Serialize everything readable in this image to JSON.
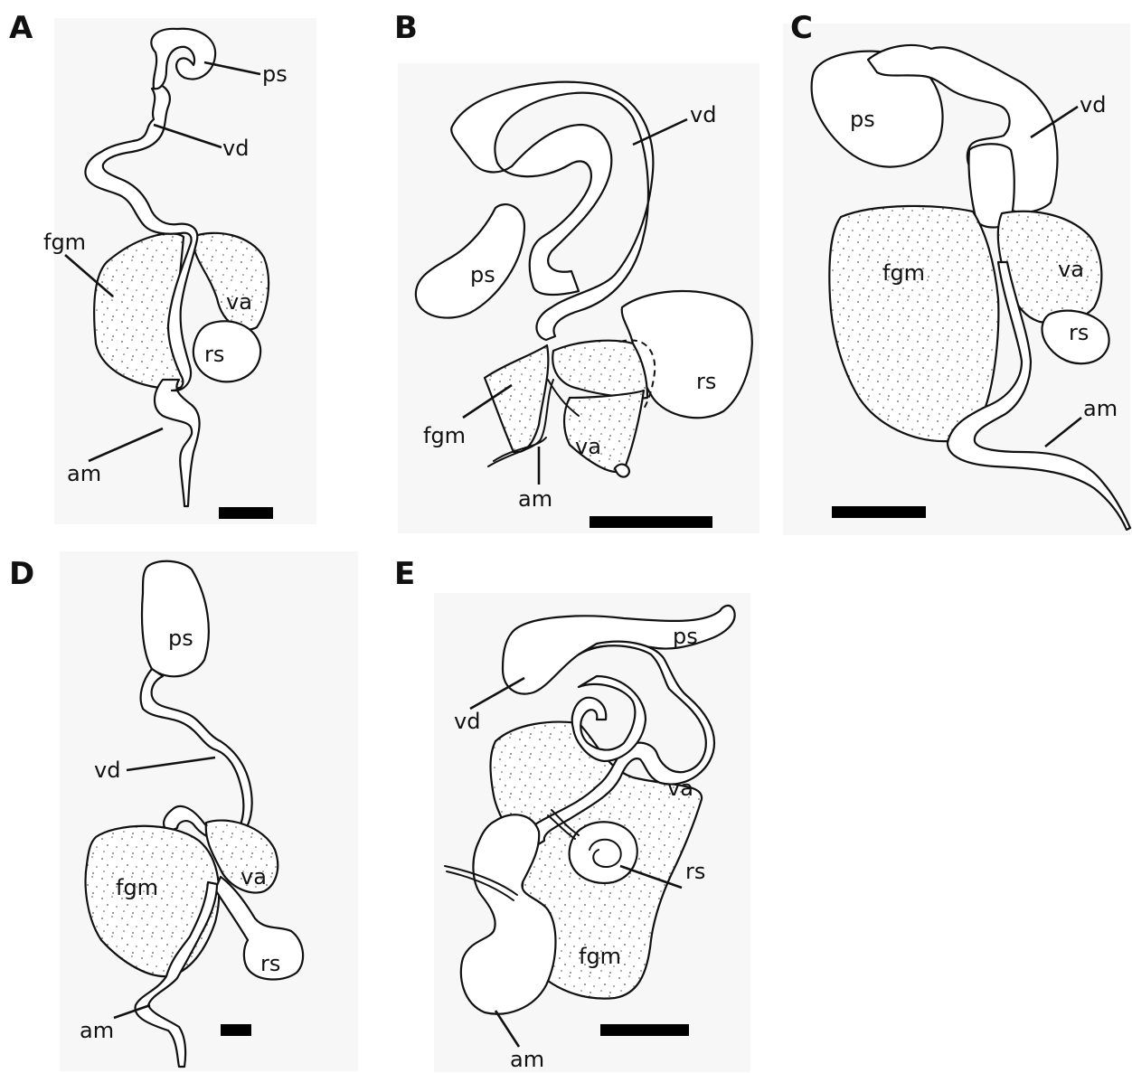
{
  "panels": [
    {
      "letter": "A",
      "labels": {
        "ps": "ps",
        "vd": "vd",
        "fgm": "fgm",
        "va": "va",
        "rs": "rs",
        "am": "am"
      }
    },
    {
      "letter": "B",
      "labels": {
        "vd": "vd",
        "ps": "ps",
        "rs": "rs",
        "fgm": "fgm",
        "va": "va",
        "am": "am"
      }
    },
    {
      "letter": "C",
      "labels": {
        "ps": "ps",
        "vd": "vd",
        "fgm": "fgm",
        "va": "va",
        "rs": "rs",
        "am": "am"
      }
    },
    {
      "letter": "D",
      "labels": {
        "ps": "ps",
        "vd": "vd",
        "fgm": "fgm",
        "va": "va",
        "rs": "rs",
        "am": "am"
      }
    },
    {
      "letter": "E",
      "labels": {
        "ps": "ps",
        "vd": "vd",
        "va": "va",
        "rs": "rs",
        "fgm": "fgm",
        "am": "am"
      }
    }
  ],
  "colors": {
    "line": "#111111",
    "gland_stipple": "#555555",
    "background": "#ffffff"
  }
}
